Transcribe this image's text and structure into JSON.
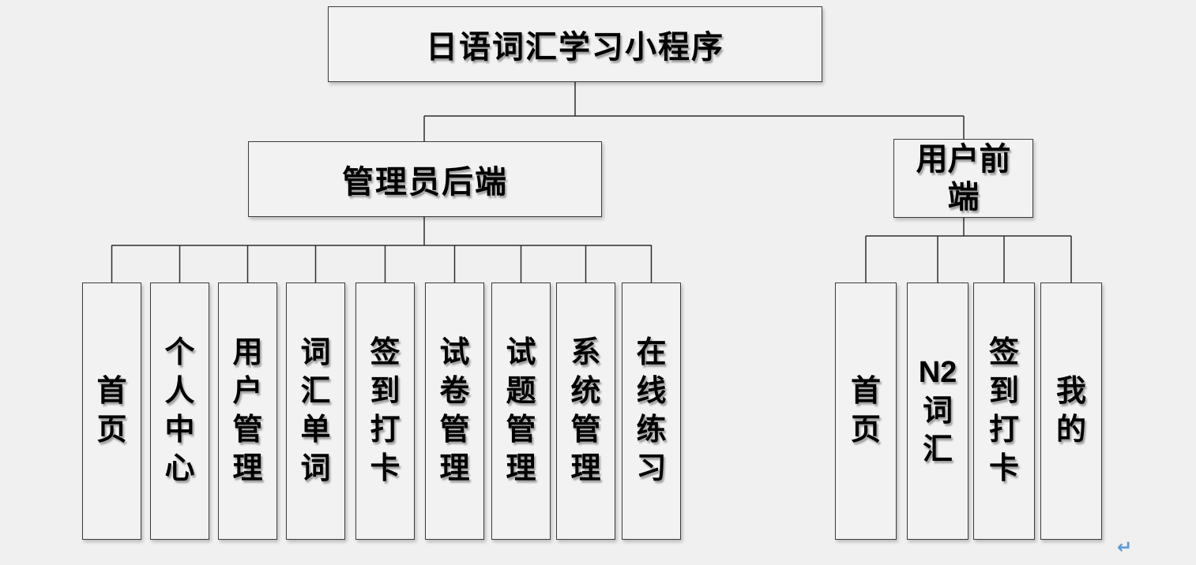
{
  "diagram": {
    "title": "日语词汇学习小程序",
    "root": {
      "label": "日语词汇学习小程序"
    },
    "branches": [
      {
        "label": "管理员后端",
        "children": [
          {
            "label": "首页",
            "lines": [
              "首",
              "页"
            ]
          },
          {
            "label": "个人中心",
            "lines": [
              "个",
              "人",
              "中",
              "心"
            ]
          },
          {
            "label": "用户管理",
            "lines": [
              "用",
              "户",
              "管",
              "理"
            ]
          },
          {
            "label": "词汇单词",
            "lines": [
              "词",
              "汇",
              "单",
              "词"
            ]
          },
          {
            "label": "签到打卡",
            "lines": [
              "签",
              "到",
              "打",
              "卡"
            ]
          },
          {
            "label": "试卷管理",
            "lines": [
              "试",
              "卷",
              "管",
              "理"
            ]
          },
          {
            "label": "试题管理",
            "lines": [
              "试",
              "题",
              "管",
              "理"
            ]
          },
          {
            "label": "系统管理",
            "lines": [
              "系",
              "统",
              "管",
              "理"
            ]
          },
          {
            "label": "在线练习",
            "lines": [
              "在",
              "线",
              "练",
              "习"
            ]
          }
        ]
      },
      {
        "label": "用户前端",
        "children": [
          {
            "label": "首页",
            "lines": [
              "首",
              "页"
            ]
          },
          {
            "label": "N2词汇",
            "lines": [
              "N2",
              "词",
              "汇"
            ]
          },
          {
            "label": "签到打卡",
            "lines": [
              "签",
              "到",
              "打",
              "卡"
            ]
          },
          {
            "label": "我的",
            "lines": [
              "我",
              "的"
            ]
          }
        ]
      }
    ],
    "cursor_glyph": "↵",
    "colors": {
      "background": "#f0f0f0",
      "box_fill": "#f2f2f2",
      "box_border": "#3c3c3c",
      "connector": "#2e2e2e",
      "text": "#000000",
      "cursor_blue": "#5b9bd5"
    }
  }
}
